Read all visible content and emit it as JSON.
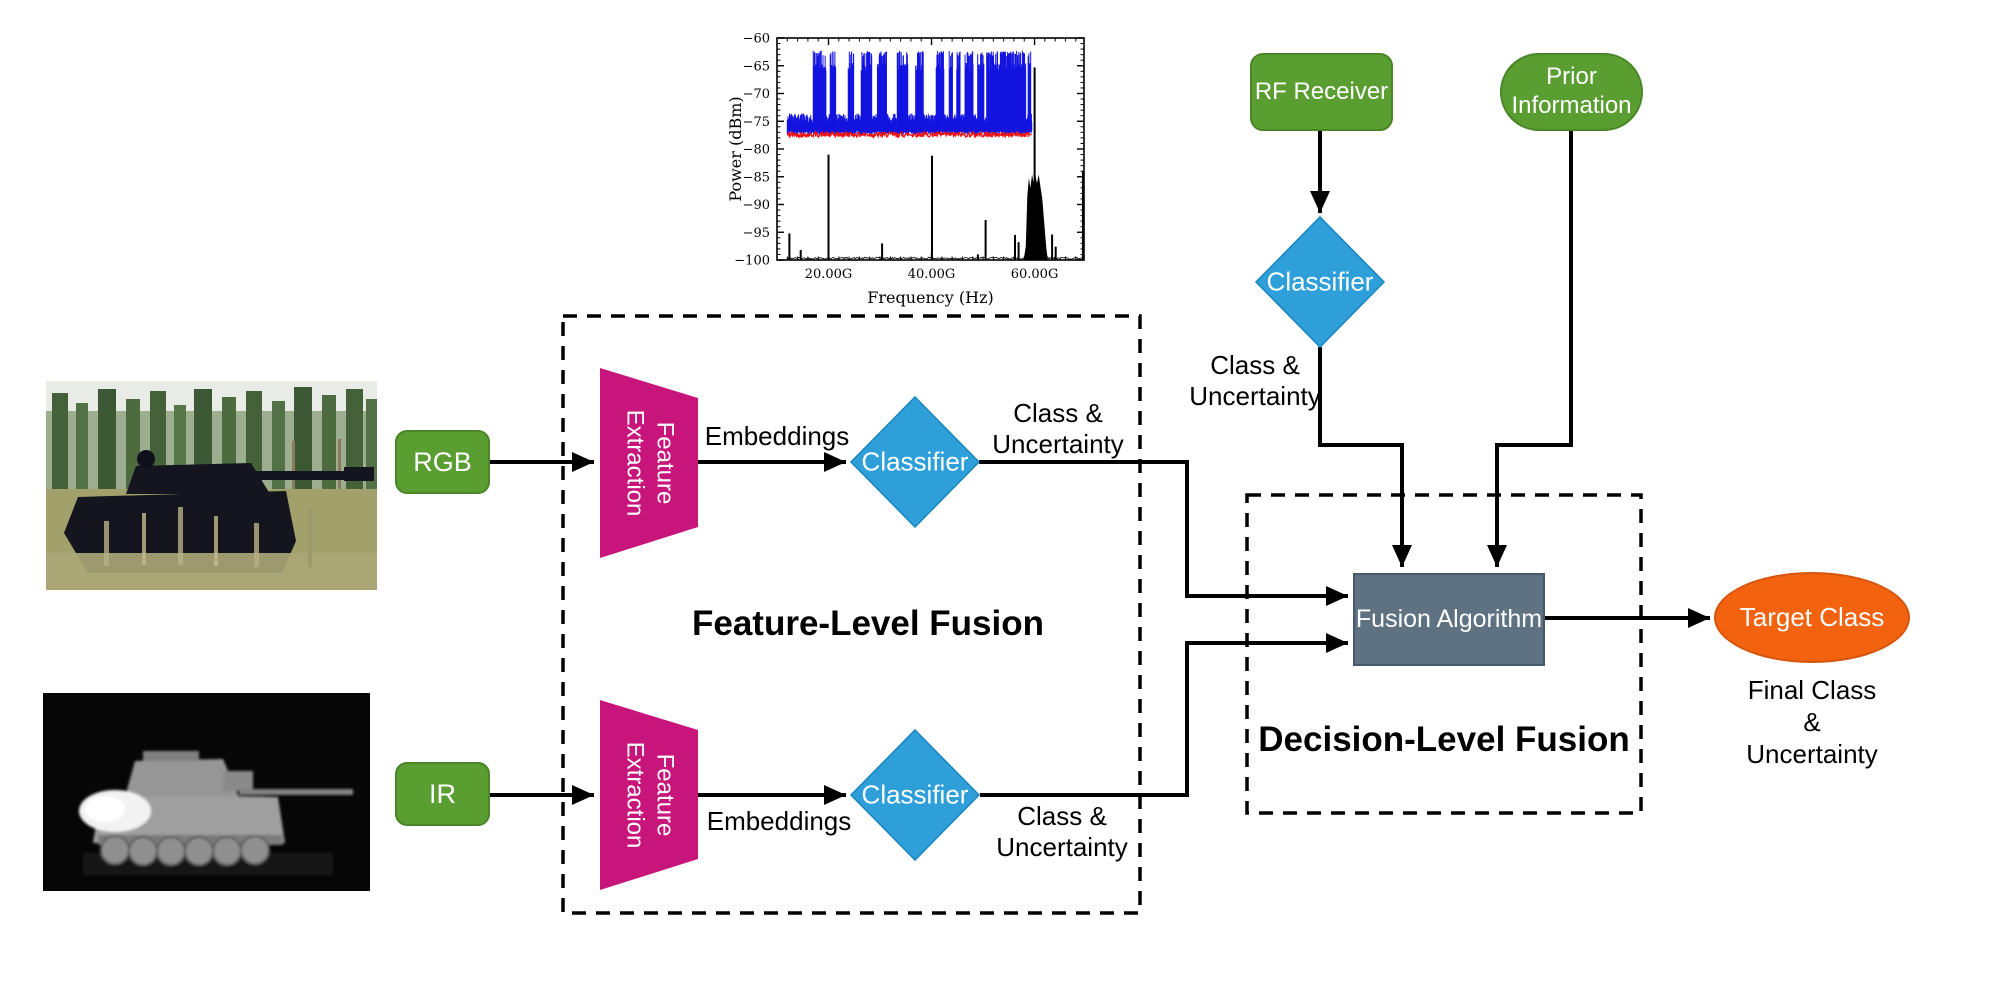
{
  "colors": {
    "node_green": "#5a9e32",
    "node_magenta": "#c8157b",
    "node_blue": "#2e9fd8",
    "node_orange": "#f3620e",
    "node_slate": "#5f7282",
    "arrow_black": "#000000"
  },
  "nodes": {
    "rgb": "RGB",
    "ir": "IR",
    "rf_receiver": "RF Receiver",
    "prior_information": "Prior\nInformation",
    "feature_extraction": "Feature\nExtraction",
    "classifier": "Classifier",
    "fusion_algorithm": "Fusion Algorithm",
    "target_class": "Target Class"
  },
  "labels": {
    "embeddings": "Embeddings",
    "class_uncertainty": "Class &\nUncertainty",
    "final_output": "Final Class\n&\nUncertainty",
    "feature_level_fusion": "Feature-Level Fusion",
    "decision_level_fusion": "Decision-Level Fusion"
  },
  "chart_data": {
    "type": "line",
    "title": "",
    "xlabel": "Frequency (Hz)",
    "ylabel": "Power (dBm)",
    "xlim": [
      10,
      69.6
    ],
    "ylim": [
      -100,
      -60
    ],
    "x_tick_values": [
      20,
      40,
      60
    ],
    "x_tick_labels": [
      "20.00G",
      "40.00G",
      "60.00G"
    ],
    "x_minor_step": 2,
    "y_tick_values": [
      -60,
      -65,
      -70,
      -75,
      -80,
      -85,
      -90,
      -95,
      -100
    ],
    "y_tick_labels": [
      "−60",
      "−65",
      "−70",
      "−75",
      "−80",
      "−85",
      "−90",
      "−95",
      "−100"
    ],
    "y_minor_step": 1,
    "grid": false,
    "legend": null,
    "series": [
      {
        "name": "occupied-spectrum-bursts",
        "color": "#1414e0",
        "type": "burst-noise",
        "x_start": 12,
        "x_end": 59.5,
        "noise_floor_top": -73.6,
        "noise_floor_bottom": -76.7,
        "burst_top": -62.3,
        "burst_intervals": [
          [
            17,
            19.5
          ],
          [
            20.3,
            21.4
          ],
          [
            23.8,
            24.9
          ],
          [
            26.3,
            28.4
          ],
          [
            29.5,
            31.3
          ],
          [
            33.3,
            35.4
          ],
          [
            36.9,
            38.4
          ],
          [
            40.9,
            42.4
          ],
          [
            43.4,
            44.1
          ],
          [
            44.9,
            45.6
          ],
          [
            46.5,
            48.1
          ],
          [
            48.9,
            50.2
          ],
          [
            50.7,
            58.3
          ],
          [
            58.7,
            59.3
          ]
        ]
      },
      {
        "name": "noise-reference",
        "color": "#ee1111",
        "type": "flat-noise",
        "x_start": 12,
        "x_end": 59.5,
        "level": -77.4,
        "jitter": 0.45
      },
      {
        "name": "transmitted-tones",
        "color": "#000000",
        "type": "spikes",
        "baseline": -100,
        "spikes": [
          [
            12.4,
            -95.2
          ],
          [
            14.6,
            -98.2
          ],
          [
            20.0,
            -81.0
          ],
          [
            30.4,
            -97.0
          ],
          [
            40.1,
            -81.2
          ],
          [
            49.0,
            -99.0
          ],
          [
            50.5,
            -92.8
          ],
          [
            56.2,
            -95.5
          ],
          [
            56.9,
            -96.8
          ],
          [
            60.0,
            -65.3
          ],
          [
            63.4,
            -95.4
          ],
          [
            64.1,
            -97.6
          ],
          [
            69.4,
            -84.0
          ]
        ],
        "blob": [
          [
            57.9,
            -100
          ],
          [
            58.3,
            -97.5
          ],
          [
            58.6,
            -88.5
          ],
          [
            58.9,
            -85.2
          ],
          [
            59.2,
            -87.0
          ],
          [
            59.5,
            -84.6
          ],
          [
            59.8,
            -86.0
          ],
          [
            60.1,
            -84.3
          ],
          [
            60.45,
            -86.2
          ],
          [
            60.8,
            -84.6
          ],
          [
            61.1,
            -86.5
          ],
          [
            61.5,
            -89.0
          ],
          [
            61.9,
            -93.5
          ],
          [
            62.3,
            -98.0
          ],
          [
            62.6,
            -100
          ]
        ]
      }
    ]
  }
}
